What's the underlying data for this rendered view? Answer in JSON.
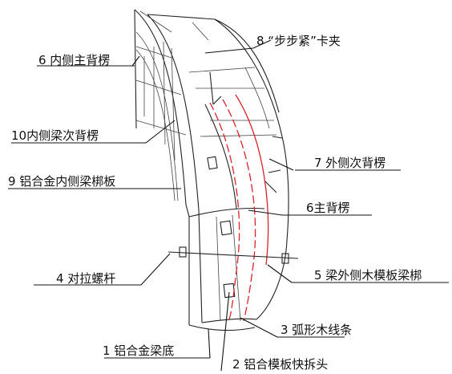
{
  "labels": {
    "l1": "1 铝合金梁底",
    "l2": "2  铝合模板快拆头",
    "l3": "3  弧形木线条",
    "l4": "4  对拉螺杆",
    "l5": "5 梁外侧木模板梁梆",
    "l6a": "6 内侧主背楞",
    "l6b": "6主背楞",
    "l7": "7  外侧次背楞",
    "l8": "8 “步步紧”卡夹",
    "l9": "9 铝合金内侧梁梆板",
    "l10": "10内侧梁次背楞"
  },
  "colors": {
    "line": "#222222",
    "arc": "#d6232f",
    "text": "#111111"
  }
}
